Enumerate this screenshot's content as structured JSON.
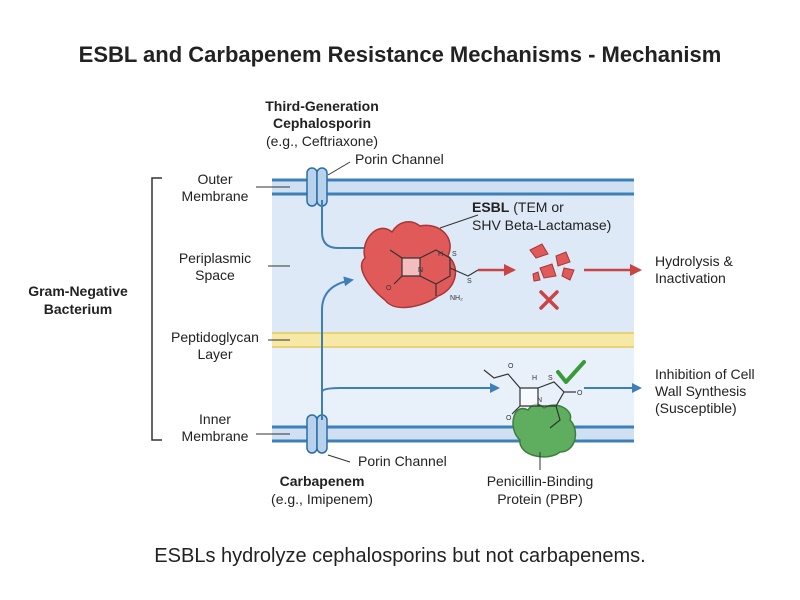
{
  "title": "ESBL and Carbapenem Resistance Mechanisms - Mechanism",
  "caption": "ESBLs hydrolyze cephalosporins but not carbapenems.",
  "labels": {
    "third_gen_line1": "Third-Generation",
    "third_gen_line2": "Cephalosporin",
    "third_gen_example": "(e.g., Ceftriaxone)",
    "porin_top": "Porin Channel",
    "porin_bottom": "Porin Channel",
    "outer_membrane_1": "Outer",
    "outer_membrane_2": "Membrane",
    "periplasmic_1": "Periplasmic",
    "periplasmic_2": "Space",
    "peptidoglycan_1": "Peptidoglycan",
    "peptidoglycan_2": "Layer",
    "inner_membrane_1": "Inner",
    "inner_membrane_2": "Membrane",
    "gram_neg_1": "Gram-Negative",
    "gram_neg_2": "Bacterium",
    "esbl_bold": "ESBL",
    "esbl_rest": " (TEM or",
    "esbl_line2": "SHV Beta-Lactamase)",
    "hydrolysis_1": "Hydrolysis &",
    "hydrolysis_2": "Inactivation",
    "inhibition_1": "Inhibition of Cell",
    "inhibition_2": "Wall Synthesis",
    "inhibition_3": "(Susceptible)",
    "carbapenem": "Carbapenem",
    "carbapenem_example": "(e.g., Imipenem)",
    "pbp_1": "Penicillin-Binding",
    "pbp_2": "Protein (PBP)",
    "nh2": "NH₂",
    "atom_n": "N",
    "atom_s": "S",
    "atom_o": "O",
    "atom_h": "H"
  },
  "colors": {
    "membrane": "#3f7fb8",
    "periplasm": "#dde9f7",
    "peptidoglycan": "#f6e9a6",
    "esbl_enzyme": "#e05a5a",
    "pbp_enzyme": "#5fae5f",
    "arrow_blue": "#3f7fb8",
    "arrow_red": "#c94444",
    "check_green": "#3a9a3a",
    "cross_red": "#c94444"
  }
}
